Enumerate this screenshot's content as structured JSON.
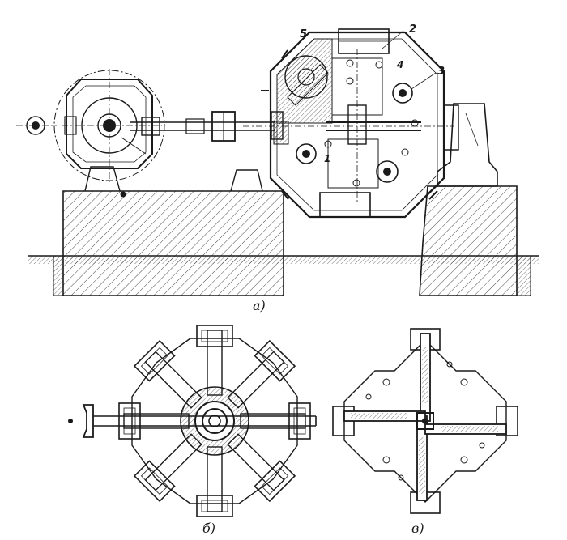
{
  "figure": {
    "panels": {
      "a": {
        "label": "а)"
      },
      "b": {
        "label": "б)"
      },
      "v": {
        "label": "в)"
      }
    },
    "part_numbers": [
      "1",
      "2",
      "3",
      "4",
      "5"
    ],
    "colors": {
      "ink": "#1a1a1a",
      "paper": "#ffffff"
    }
  }
}
